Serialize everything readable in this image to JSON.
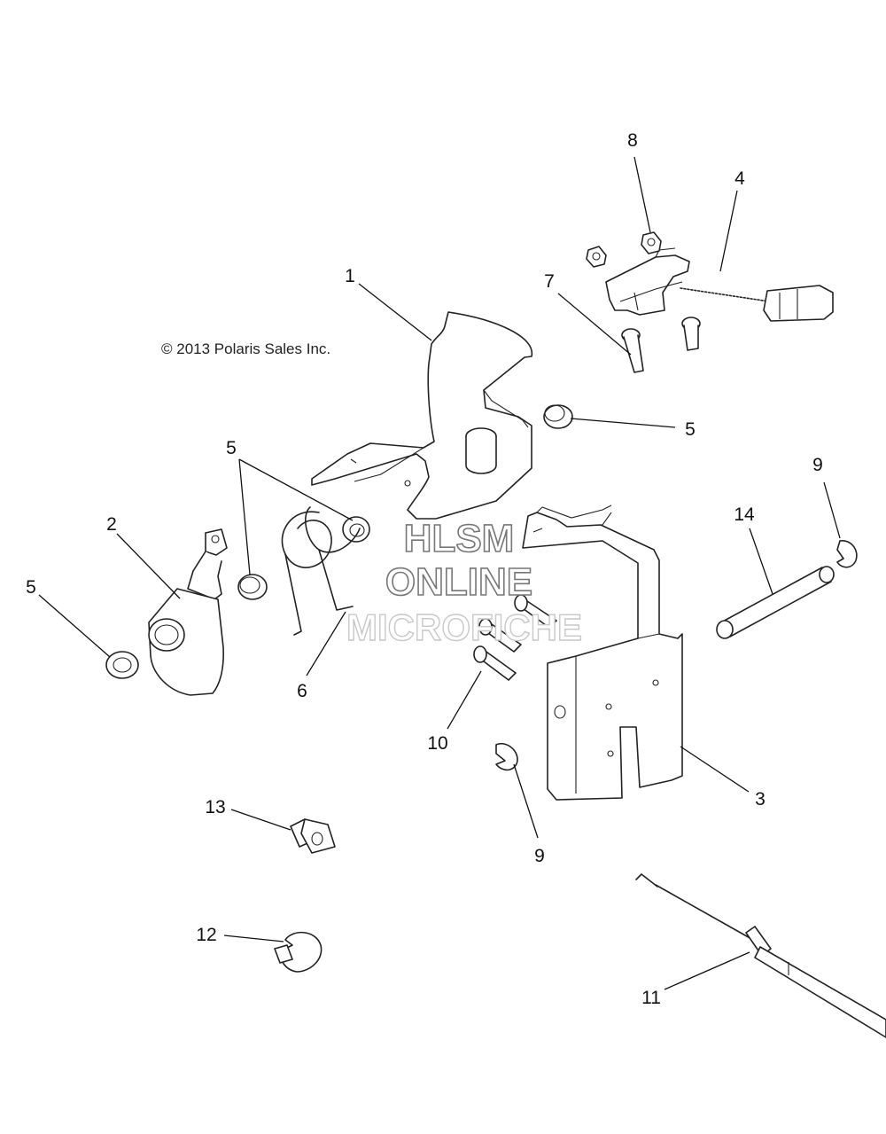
{
  "copyright": "© 2013 Polaris Sales Inc.",
  "watermark": {
    "line1": "HLSM",
    "line2": "ONLINE",
    "line3": "MICROFICHE"
  },
  "callouts": {
    "c1": "1",
    "c2": "2",
    "c3": "3",
    "c4": "4",
    "c5a": "5",
    "c5b": "5",
    "c5c": "5",
    "c6": "6",
    "c7": "7",
    "c8": "8",
    "c9a": "9",
    "c9b": "9",
    "c10": "10",
    "c11": "11",
    "c12": "12",
    "c13": "13",
    "c14": "14"
  }
}
